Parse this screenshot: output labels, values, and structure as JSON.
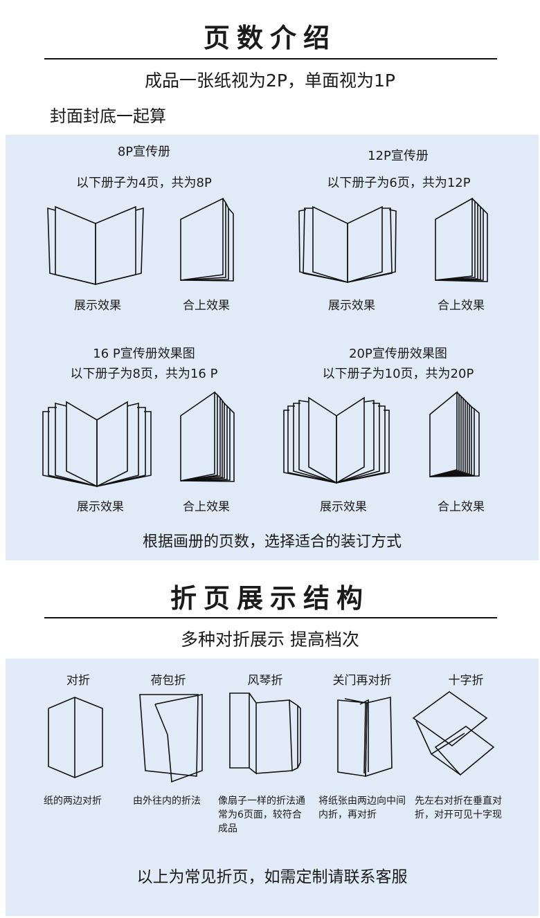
{
  "section1": {
    "title": "页数介绍",
    "subtitle": "成品一张纸视为2P，单面视为1P",
    "note": "封面封底一起算",
    "brochures": [
      {
        "name": "8P宣传册",
        "desc": "以下册子为4页，共为8P",
        "open_label": "展示效果",
        "closed_label": "合上效果"
      },
      {
        "name": "12P宣传册",
        "desc": "以下册子为6页，共为12P",
        "open_label": "展示效果",
        "closed_label": "合上效果"
      },
      {
        "name": "16 P宣传册效果图",
        "desc": "以下册子为8页，共为16 P",
        "open_label": "展示效果",
        "closed_label": "合上效果"
      },
      {
        "name": "20P宣传册效果图",
        "desc": "以下册子为10页，共为20P",
        "open_label": "展示效果",
        "closed_label": "合上效果"
      }
    ],
    "footer": "根据画册的页数，选择适合的装订方式"
  },
  "section2": {
    "title": "折页展示结构",
    "subtitle": "多种对折展示  提高档次",
    "folds": [
      {
        "name": "对折",
        "desc": "纸的两边对折"
      },
      {
        "name": "荷包折",
        "desc": "由外往内的折法"
      },
      {
        "name": "风琴折",
        "desc": "像扇子一样的折法通常为6页面，较符合成品"
      },
      {
        "name": "关门再对折",
        "desc": "将纸张由两边向中间内折，再对折"
      },
      {
        "name": "十字折",
        "desc": "先左右对折在垂直对折，对开可见十字现"
      }
    ],
    "footer": "以上为常见折页，如需定制请联系客服"
  }
}
